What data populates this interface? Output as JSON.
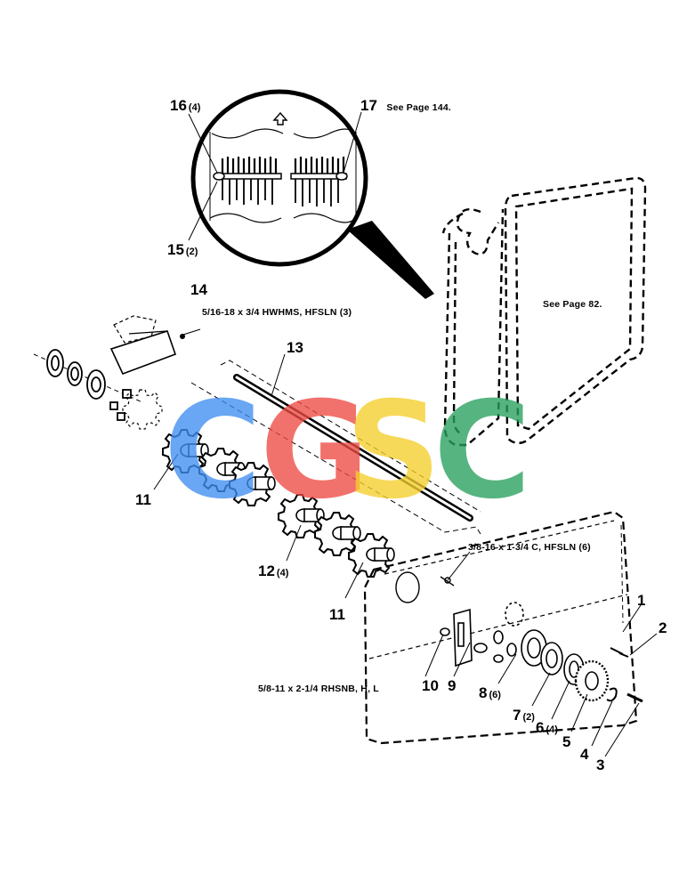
{
  "colors": {
    "line": "#000000",
    "wm_c1": "#3f8ef0",
    "wm_g": "#ee4b43",
    "wm_s": "#f6cf2c",
    "wm_c2": "#27a05e"
  },
  "watermark": {
    "c1": "C",
    "g": "G",
    "s": "S",
    "c2": "C"
  },
  "callouts": {
    "c16": {
      "num": "16",
      "qty": "(4)"
    },
    "c17": {
      "num": "17",
      "note": "See Page 144."
    },
    "c15": {
      "num": "15",
      "qty": "(2)"
    },
    "c14": {
      "num": "14"
    },
    "c13": {
      "num": "13"
    },
    "c11a": {
      "num": "11"
    },
    "c11b": {
      "num": "11"
    },
    "c12": {
      "num": "12",
      "qty": "(4)"
    },
    "c1": {
      "num": "1"
    },
    "c2": {
      "num": "2"
    },
    "c3": {
      "num": "3"
    },
    "c4": {
      "num": "4"
    },
    "c5": {
      "num": "5"
    },
    "c6": {
      "num": "6",
      "qty": "(4)"
    },
    "c7": {
      "num": "7",
      "qty": "(2)"
    },
    "c8": {
      "num": "8",
      "qty": "(6)"
    },
    "c9": {
      "num": "9"
    },
    "c10": {
      "num": "10"
    }
  },
  "notes": {
    "page82": "See Page 82.",
    "hw_bolt_14": "5/16-18 x 3/4 HWHMS, HFSLN (3)",
    "hw_bolt_c": "3/8-16 x 1-3/4 C, HFSLN (6)",
    "hw_bolt_rhs": "5/8-11 x 2-1/4 RHSNB, H, L"
  }
}
